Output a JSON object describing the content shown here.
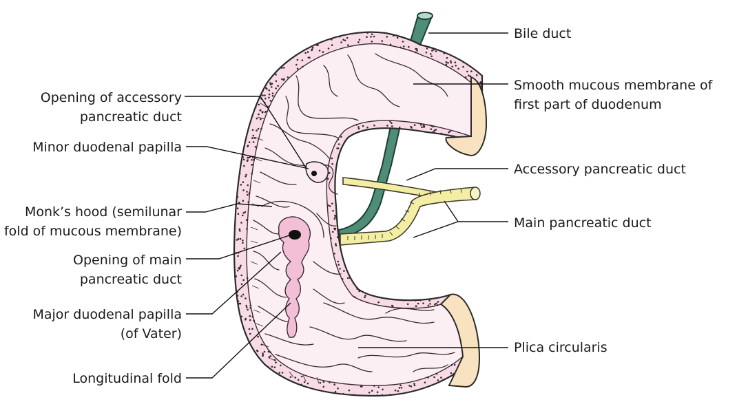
{
  "figure": {
    "colors": {
      "wall": "#f7dbe6",
      "mucosa": "#fbeff4",
      "cut_surface": "#f8e2bf",
      "bile_duct": "#4e8e76",
      "pancreatic_duct": "#f4eda4",
      "papilla": "#f2bfd6",
      "outline": "#2a2a2a"
    },
    "labels": {
      "bile_duct": "Bile duct",
      "smooth_mucous_line1": "Smooth mucous membrane of",
      "smooth_mucous_line2": "first part of duodenum",
      "accessory_duct": "Accessory pancreatic duct",
      "main_duct": "Main pancreatic duct",
      "plica": "Plica circularis",
      "opening_accessory_line1": "Opening of accessory",
      "opening_accessory_line2": "pancreatic duct",
      "minor_papilla": "Minor duodenal papilla",
      "monks_hood_line1": "Monk’s hood (semilunar",
      "monks_hood_line2": "fold of mucous membrane)",
      "opening_main_line1": "Opening of main",
      "opening_main_line2": "pancreatic duct",
      "major_papilla_line1": "Major duodenal papilla",
      "major_papilla_line2": "(of Vater)",
      "longitudinal_fold": "Longitudinal fold"
    }
  }
}
